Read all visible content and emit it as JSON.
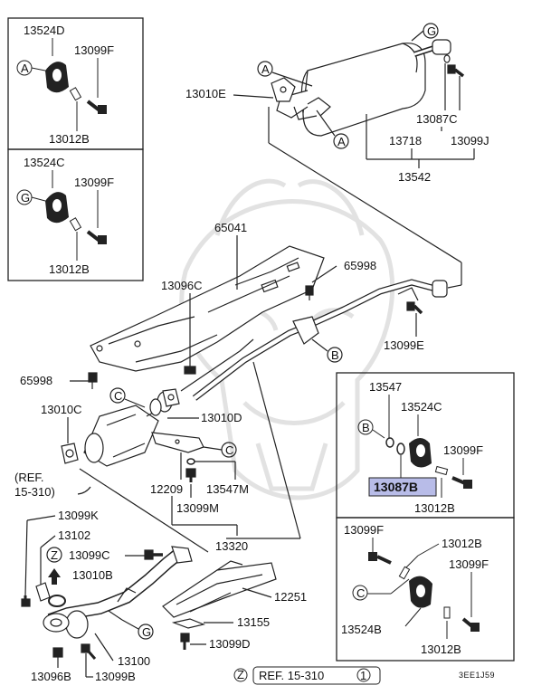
{
  "colors": {
    "line": "#222222",
    "highlight": "#b8bce8",
    "watermark": "#e4e4e4"
  },
  "inset_top": {
    "label_top": "13524D",
    "bolt": "13099F",
    "pin": "13012B",
    "circle": "A"
  },
  "inset_mid": {
    "label_top": "13524C",
    "bolt": "13099F",
    "pin": "13012B",
    "circle": "G"
  },
  "inset_right_top": {
    "clip": "13547",
    "hanger": "13524C",
    "bolt": "13099F",
    "highlighted": "13087B",
    "pin": "13012B",
    "circle": "B"
  },
  "inset_right_bottom": {
    "bolt": "13099F",
    "pin_top": "13012B",
    "bolt2": "13099F",
    "hanger": "13524B",
    "pin_bottom": "13012B",
    "circle": "C"
  },
  "main": {
    "muffler": "13010E",
    "circle_a_top": "A",
    "circle_g_top": "G",
    "circle_a_bottom": "A",
    "gasket": "13087C",
    "tail": "13718",
    "bolt_j": "13099J",
    "assy": "13542",
    "heat_shield": "65041",
    "bolt_c": "13096C",
    "nut_65998_top": "65998",
    "circle_b": "B",
    "bolt_e": "13099E",
    "nut_65998_left": "65998",
    "front_pipe": "13010C",
    "circle_c_top": "C",
    "cat_pipe": "13010D",
    "circle_c_mid": "C",
    "ref_line1": "(REF.",
    "ref_line2": "15-310)",
    "bracket": "12209",
    "clip_m": "13547M",
    "bolt_m": "13099M",
    "center_pipe": "13320",
    "bolt_k": "13099K",
    "gasket2": "13102",
    "circle_z": "Z",
    "bolt_c2": "13099C",
    "arrow_ref": "13010B",
    "shield": "12251",
    "bracket2": "13155",
    "circle_g_bottom": "G",
    "manifold": "13100",
    "bolt_d": "13099D",
    "nut_b": "13096B",
    "bolt_b": "13099B"
  },
  "footer": {
    "circle": "Z",
    "ref_text": "REF. 15-310",
    "ref_num": "1",
    "code": "3EE1J59"
  }
}
